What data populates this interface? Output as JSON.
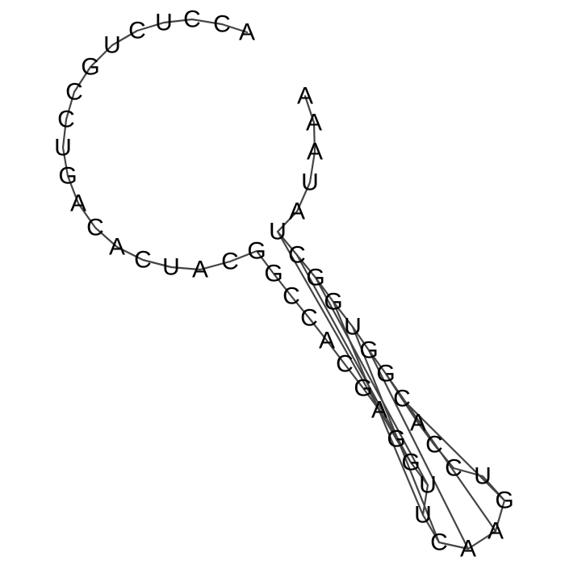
{
  "structure": {
    "type": "rna-secondary-structure",
    "sequence": "ACCUCUGCCUGACACUACGGCCACGAGGUUCAAGUCCACGGUGGCUAUAAA",
    "dot_bracket": "..........................((((((((....))))))))...",
    "segments": [
      {
        "role": "5-prime single strand",
        "sequence": "ACCUCUGCCUGACACUAC"
      },
      {
        "role": "stem 5' side",
        "sequence": "GGCCACGAGG"
      },
      {
        "role": "hairpin loop",
        "sequence": "UUCAAGUCCA"
      },
      {
        "role": "stem 3' side",
        "sequence": "CGGUGGCU"
      },
      {
        "role": "3-prime single strand",
        "sequence": "AUAAA"
      }
    ]
  },
  "colors": {
    "backbone": "#444444",
    "letters": "#000000",
    "background": "#ffffff"
  }
}
